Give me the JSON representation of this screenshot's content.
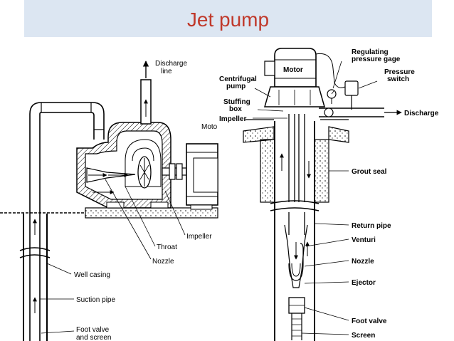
{
  "slide": {
    "title": "Jet pump"
  },
  "left_diagram": {
    "labels": {
      "discharge_line": [
        "Discharge",
        "line"
      ],
      "motor": "Moto",
      "impeller": "Impeller",
      "throat": "Throat",
      "nozzle": "Nozzle",
      "well_casing": "Well casing",
      "suction_pipe": "Suction pipe",
      "foot_valve": [
        "Foot valve",
        "and screen"
      ]
    }
  },
  "right_diagram": {
    "labels": {
      "motor": "Motor",
      "regulating_gage": [
        "Regulating",
        "pressure gage"
      ],
      "pressure_switch": [
        "Pressure",
        "switch"
      ],
      "centrifugal_pump": [
        "Centrifugal",
        "pump"
      ],
      "stuffing_box": [
        "Stuffing",
        "box"
      ],
      "impeller": "Impeller",
      "discharge": "Discharge",
      "grout_seal": "Grout seal",
      "return_pipe": "Return pipe",
      "venturi": "Venturi",
      "nozzle": "Nozzle",
      "ejector": "Ejector",
      "foot_valve": "Foot valve",
      "screen": "Screen"
    }
  }
}
